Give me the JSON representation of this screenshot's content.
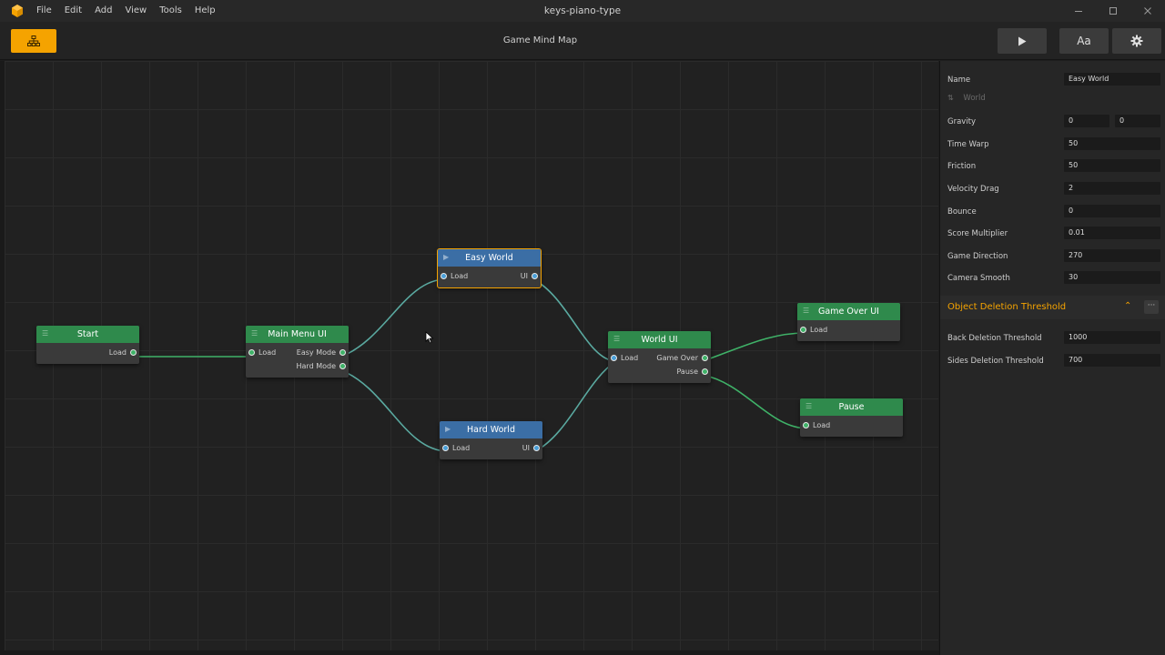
{
  "window": {
    "title": "keys-piano-type",
    "menu": [
      "File",
      "Edit",
      "Add",
      "View",
      "Tools",
      "Help"
    ]
  },
  "toolbar": {
    "title": "Game Mind Map",
    "mindmap_icon": "hierarchy-icon",
    "play_icon": "play-icon",
    "font_label": "Aa",
    "settings_icon": "gear-icon"
  },
  "nodes": {
    "start": {
      "title": "Start",
      "outputs": [
        "Load"
      ]
    },
    "main_menu": {
      "title": "Main Menu UI",
      "inputs": [
        "Load"
      ],
      "outputs": [
        "Easy Mode",
        "Hard Mode"
      ]
    },
    "easy_world": {
      "title": "Easy World",
      "inputs": [
        "Load"
      ],
      "outputs": [
        "UI"
      ],
      "selected": true
    },
    "hard_world": {
      "title": "Hard World",
      "inputs": [
        "Load"
      ],
      "outputs": [
        "UI"
      ]
    },
    "world_ui": {
      "title": "World UI",
      "inputs": [
        "Load"
      ],
      "outputs": [
        "Game Over",
        "Pause"
      ]
    },
    "game_over_ui": {
      "title": "Game Over UI",
      "inputs": [
        "Load"
      ]
    },
    "pause": {
      "title": "Pause",
      "inputs": [
        "Load"
      ]
    }
  },
  "colors": {
    "accent": "#f5a300",
    "ui_node": "#2f8a4c",
    "world_node": "#3b6ea5",
    "wire_ui": "#3fb268",
    "wire_world": "#4a9fd8"
  },
  "panel": {
    "name_label": "Name",
    "name_value": "Easy World",
    "type_label": "World",
    "properties": [
      {
        "label": "Gravity",
        "values": [
          "0",
          "0"
        ]
      },
      {
        "label": "Time Warp",
        "values": [
          "50"
        ]
      },
      {
        "label": "Friction",
        "values": [
          "50"
        ]
      },
      {
        "label": "Velocity Drag",
        "values": [
          "2"
        ]
      },
      {
        "label": "Bounce",
        "values": [
          "0"
        ]
      },
      {
        "label": "Score Multiplier",
        "values": [
          "0.01"
        ]
      },
      {
        "label": "Game Direction",
        "values": [
          "270"
        ]
      },
      {
        "label": "Camera Smooth",
        "values": [
          "30"
        ]
      }
    ],
    "section": {
      "title": "Object Deletion Threshold",
      "more_label": "···",
      "properties": [
        {
          "label": "Back Deletion Threshold",
          "values": [
            "1000"
          ]
        },
        {
          "label": "Sides Deletion Threshold",
          "values": [
            "700"
          ]
        }
      ]
    }
  }
}
